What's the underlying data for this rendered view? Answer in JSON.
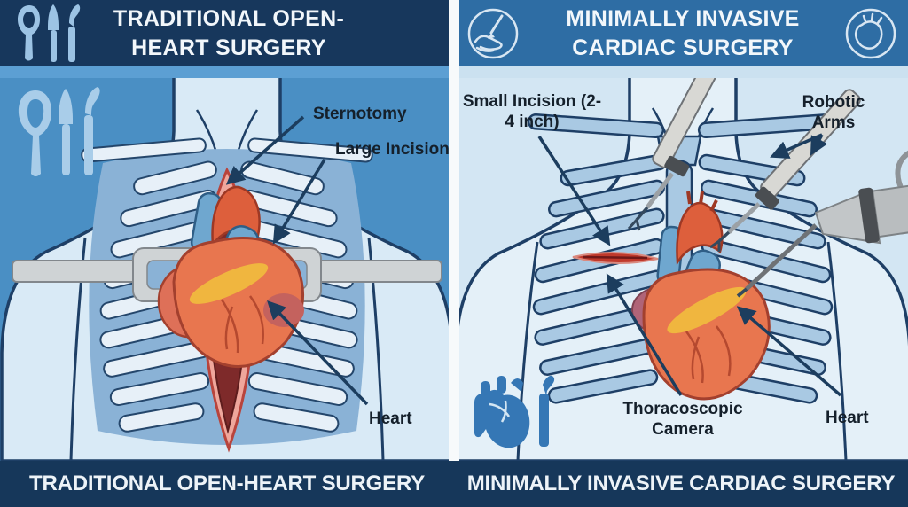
{
  "meta": {
    "type": "medical-comparison-infographic",
    "language": "en"
  },
  "divider_color": "#F7FAFB",
  "left_panel": {
    "header": {
      "title": "TRADITIONAL OPEN-HEART SURGERY",
      "bg": "#17375C",
      "icon": "surgical-tools-icon"
    },
    "body_bg": "#4A8FC4",
    "accent_strip": "#5C9FD3",
    "labels": {
      "sternotomy": "Sternotomy",
      "large_incision": "Large Incision",
      "heart": "Heart"
    },
    "banner": {
      "title": "TRADITIONAL OPEN-HEART SURGERY",
      "bg": "#16375A"
    }
  },
  "right_panel": {
    "header": {
      "title": "MINIMALLY INVASIVE CARDIAC SURGERY",
      "bg": "#2E6DA4",
      "icon_left": "hand-scalpel-icon",
      "icon_right": "heart-icon"
    },
    "body_bg": "#D3E6F3",
    "accent_strip": "#CBE1F0",
    "labels": {
      "small_incision": "Small Incision (2-4 inch)",
      "robotic_arms": "Robotic Arms",
      "camera": "Thoracoscopic Camera",
      "heart": "Heart"
    },
    "banner": {
      "title": "MINIMALLY INVASIVE CARDIAC SURGERY",
      "bg": "#16375A"
    },
    "corner_icons": [
      "anatomical-heart-icon",
      "hook-tool-icon"
    ]
  },
  "palette": {
    "outline_navy": "#1E3F66",
    "arrow": "#1C3D5E",
    "label_text": "#15202B",
    "heart_orange": "#E8764F",
    "vessel_blue": "#6FA7CF",
    "aorta_red": "#DD5F3C",
    "incision_red": "#C0392B",
    "incision_inner": "#7E2A2A",
    "incision_lip_pink": "#EFA79C",
    "rib_light": "#E7F0F8",
    "rib_blue": "#A9C9E3",
    "rib_backdrop": "#8AB2D6",
    "retractor_gray": "#CFD3D5",
    "instrument_gray": "#C2C6C8",
    "icon_light_blue": "#A9CDE9",
    "icon_mid_blue": "#3577B5",
    "header_text": "#F2F7FB",
    "fat_yellow": "#F0B63F"
  }
}
